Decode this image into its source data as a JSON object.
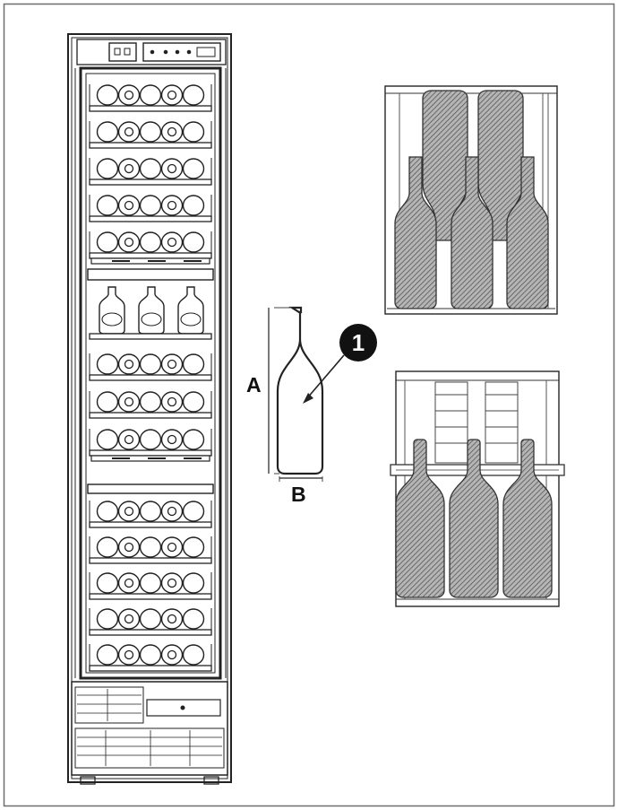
{
  "labels": {
    "dimension_a": "A",
    "dimension_b": "B",
    "callout_number": "1"
  },
  "fridge": {
    "zones": [
      {
        "type": "stacked",
        "shelves": 5
      },
      {
        "type": "upright",
        "shelves": 1
      },
      {
        "type": "stacked",
        "shelves": 3
      },
      {
        "type": "stacked",
        "shelves": 5
      }
    ]
  },
  "details": [
    {
      "name": "alternating-bottle-placement"
    },
    {
      "name": "upright-bottle-placement"
    }
  ],
  "colors": {
    "line": "#222222",
    "bottle_fill": "#9a9a9a",
    "callout": "#111111"
  }
}
